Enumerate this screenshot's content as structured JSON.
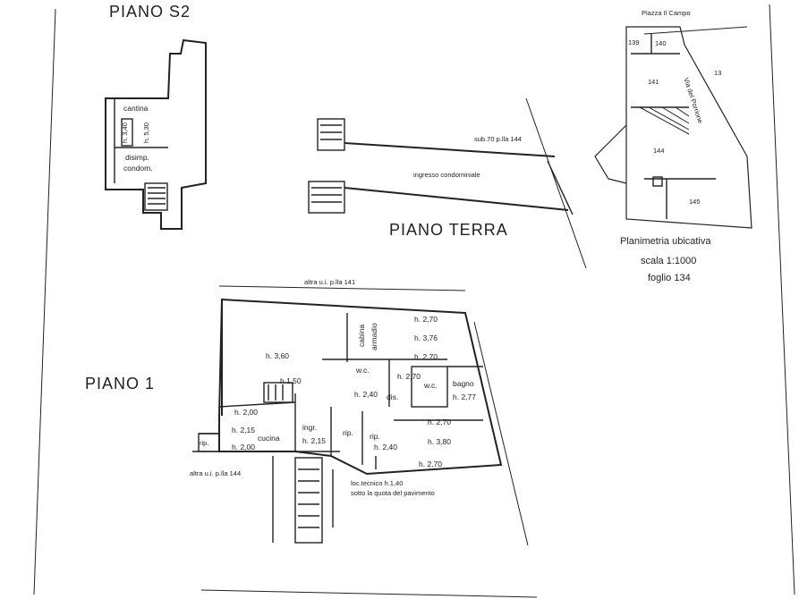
{
  "titles": {
    "piano_s2": "PIANO  S2",
    "piano_terra": "PIANO TERRA",
    "piano_1": "PIANO  1"
  },
  "s2_rooms": {
    "cantina": "cantina",
    "h_340": "h. 3,40",
    "h_530": "h. 5,30",
    "disimp": "disimp.",
    "condom": "condom."
  },
  "terra": {
    "sub": "sub.70 p.lla 144",
    "ingresso": "ingresso condominiale"
  },
  "location_map": {
    "piazza": "Piazza Il Campo",
    "via": "Via del Porrione",
    "parcels": [
      "139",
      "140",
      "141",
      "13",
      "144",
      "145"
    ],
    "caption": "Planimetria ubicativa",
    "scala": "scala 1:1000",
    "foglio": "foglio 134"
  },
  "piano1": {
    "altra_top": "altra u.i. p.lla 141",
    "altra_bottom": "altra u.i. p.lla 144",
    "h360": "h. 3,60",
    "h150": "h.1,50",
    "h240a": "h. 2,40",
    "h240b": "h. 2,40",
    "dis": "dis.",
    "wc1": "w.c.",
    "wc2": "w.c.",
    "h270a": "h. 2,70",
    "h270b": "h. 2,70",
    "h270c": "h. 2,70",
    "h270d": "h. 2,70",
    "h270e": "h. 2,70",
    "h376": "h. 3,76",
    "cabina": "cabina",
    "armadio": "armadio",
    "bagno": "bagno",
    "h277": "h. 2,77",
    "h200a": "h. 2,00",
    "h215a": "h. 2,15",
    "h200b": "h. 2,00",
    "cucina": "cucina",
    "rip1": "rip.",
    "rip2": "rip.",
    "rip3": "rip.",
    "ingr": "ingr.",
    "h215b": "h. 2,15",
    "h380": "h. 3,80",
    "loc": "loc.tecnico h.1,40",
    "sotto": "sotto la quota del pavimento"
  },
  "colors": {
    "ink": "#222222",
    "paper": "#ffffff"
  }
}
